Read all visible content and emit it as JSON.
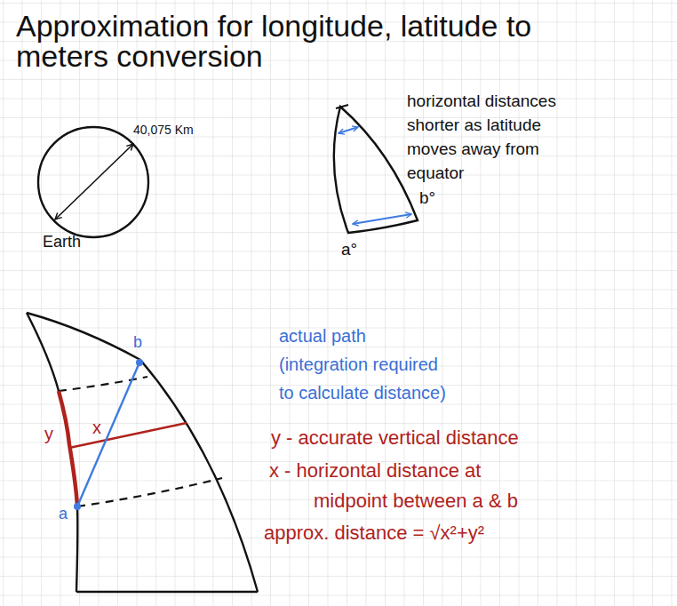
{
  "diagram": {
    "title": "Approximation for longitude, latitude to meters conversion",
    "labels": [
      "40,075 Km",
      "Earth",
      "horizontal distances shorter as latitude moves away from equator",
      "a°",
      "b°",
      "b",
      "a",
      "y",
      "x",
      "actual path (integration required to calculate distance)",
      "y - accurate vertical distance",
      "x - horizontal distance at midpoint between a & b",
      "approx. distance = √x²+y²"
    ]
  }
}
